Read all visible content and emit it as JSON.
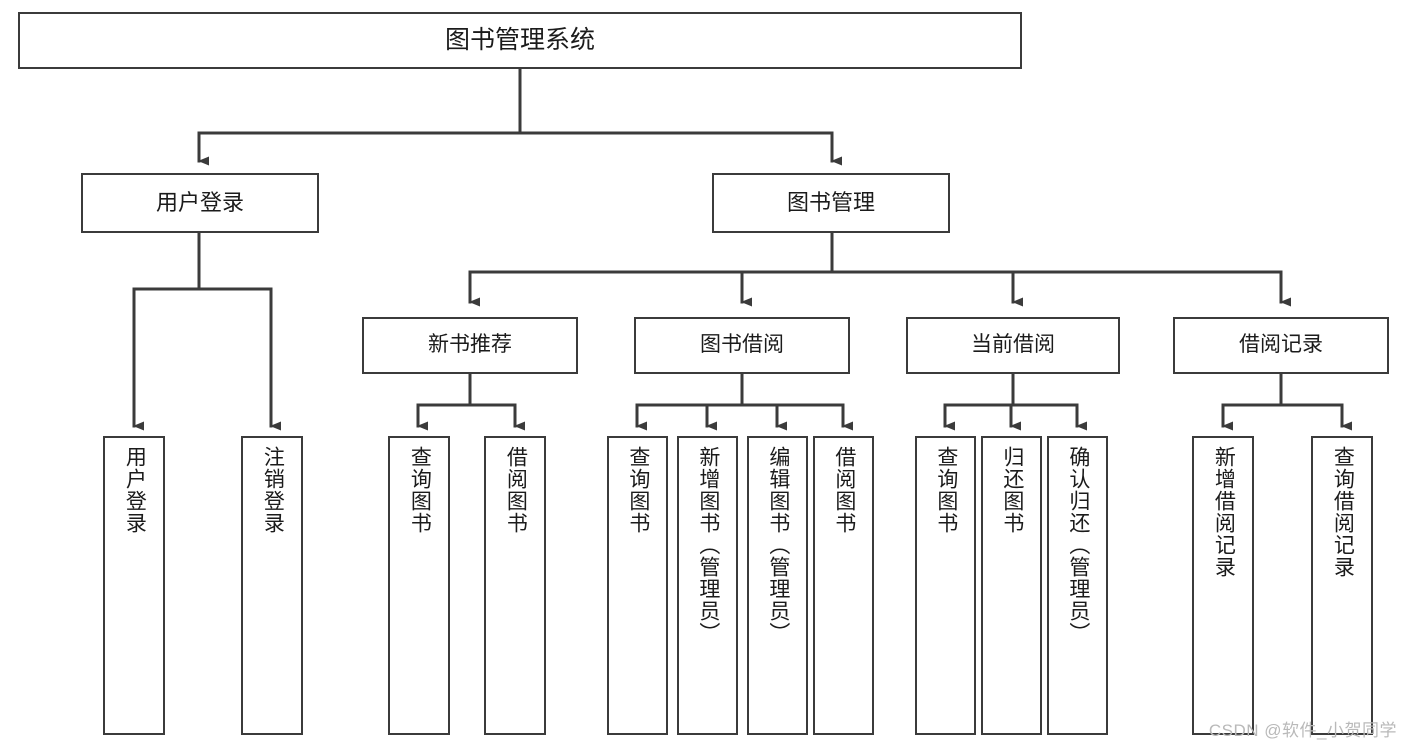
{
  "diagram": {
    "title": "图书管理系统",
    "type": "tree",
    "root": {
      "label": "图书管理系统",
      "children": [
        {
          "label": "用户登录",
          "children": [
            {
              "label": "用户登录"
            },
            {
              "label": "注销登录"
            }
          ]
        },
        {
          "label": "图书管理",
          "children": [
            {
              "label": "新书推荐",
              "children": [
                {
                  "label": "查询图书"
                },
                {
                  "label": "借阅图书"
                }
              ]
            },
            {
              "label": "图书借阅",
              "children": [
                {
                  "label": "查询图书"
                },
                {
                  "label": "新增图书（管理员）"
                },
                {
                  "label": "编辑图书（管理员）"
                },
                {
                  "label": "借阅图书"
                }
              ]
            },
            {
              "label": "当前借阅",
              "children": [
                {
                  "label": "查询图书"
                },
                {
                  "label": "归还图书"
                },
                {
                  "label": "确认归还（管理员）"
                }
              ]
            },
            {
              "label": "借阅记录",
              "children": [
                {
                  "label": "新增借阅记录"
                },
                {
                  "label": "查询借阅记录"
                }
              ]
            }
          ]
        }
      ]
    }
  },
  "watermark": {
    "text": "CSDN @软件_小贺同学"
  },
  "colors": {
    "stroke": "#3b3b3b",
    "background": "#ffffff",
    "text": "#1b1b1b",
    "watermark": "#b9b9b9"
  }
}
